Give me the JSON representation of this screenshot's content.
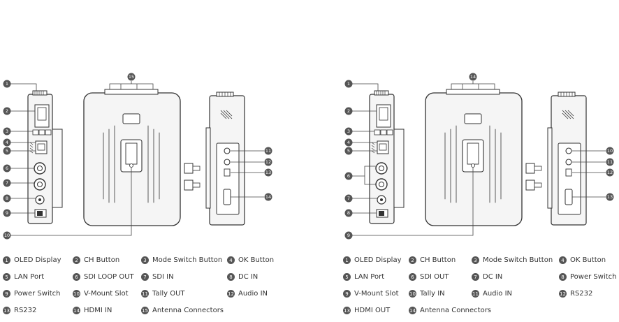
{
  "left_panel": {
    "callouts": [
      "1",
      "2",
      "3",
      "4",
      "5",
      "6",
      "7",
      "8",
      "9",
      "10",
      "11",
      "12",
      "13",
      "14",
      "15"
    ],
    "legend": [
      {
        "num": "1",
        "label": "OLED Display"
      },
      {
        "num": "2",
        "label": "CH Button"
      },
      {
        "num": "3",
        "label": "Mode Switch Button"
      },
      {
        "num": "4",
        "label": "OK Button"
      },
      {
        "num": "5",
        "label": "LAN Port"
      },
      {
        "num": "6",
        "label": "SDI LOOP OUT"
      },
      {
        "num": "7",
        "label": "SDI IN"
      },
      {
        "num": "8",
        "label": "DC IN"
      },
      {
        "num": "9",
        "label": "Power Switch"
      },
      {
        "num": "10",
        "label": "V-Mount Slot"
      },
      {
        "num": "11",
        "label": "Tally OUT"
      },
      {
        "num": "12",
        "label": "Audio IN"
      },
      {
        "num": "13",
        "label": "RS232"
      },
      {
        "num": "14",
        "label": "HDMI IN"
      },
      {
        "num": "15",
        "label": "Antenna Connectors"
      }
    ]
  },
  "right_panel": {
    "callouts": [
      "1",
      "2",
      "3",
      "4",
      "5",
      "6",
      "7",
      "8",
      "9",
      "10",
      "11",
      "12",
      "13",
      "14"
    ],
    "legend": [
      {
        "num": "1",
        "label": "OLED Display"
      },
      {
        "num": "2",
        "label": "CH Button"
      },
      {
        "num": "3",
        "label": "Mode Switch Button"
      },
      {
        "num": "4",
        "label": "OK Button"
      },
      {
        "num": "5",
        "label": "LAN Port"
      },
      {
        "num": "6",
        "label": "SDI OUT"
      },
      {
        "num": "7",
        "label": "DC IN"
      },
      {
        "num": "8",
        "label": "Power Switch"
      },
      {
        "num": "9",
        "label": "V-Mount Slot"
      },
      {
        "num": "10",
        "label": "Tally IN"
      },
      {
        "num": "11",
        "label": "Audio IN"
      },
      {
        "num": "12",
        "label": "RS232"
      },
      {
        "num": "13",
        "label": "HDMI OUT"
      },
      {
        "num": "14",
        "label": "Antenna Connectors"
      }
    ]
  }
}
